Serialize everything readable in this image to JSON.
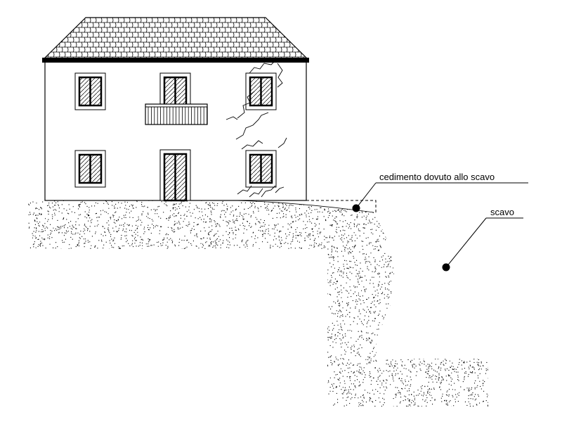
{
  "labels": {
    "settlement": "cedimento dovuto allo scavo",
    "excavation": "scavo"
  },
  "colors": {
    "ink": "#000000",
    "paper": "#ffffff"
  },
  "icons": {
    "roof": "tiled-roof",
    "window": "hatched-window",
    "balcony": "railing-balcony",
    "cracks": "wall-crack-lines",
    "soil": "stippled-soil"
  }
}
